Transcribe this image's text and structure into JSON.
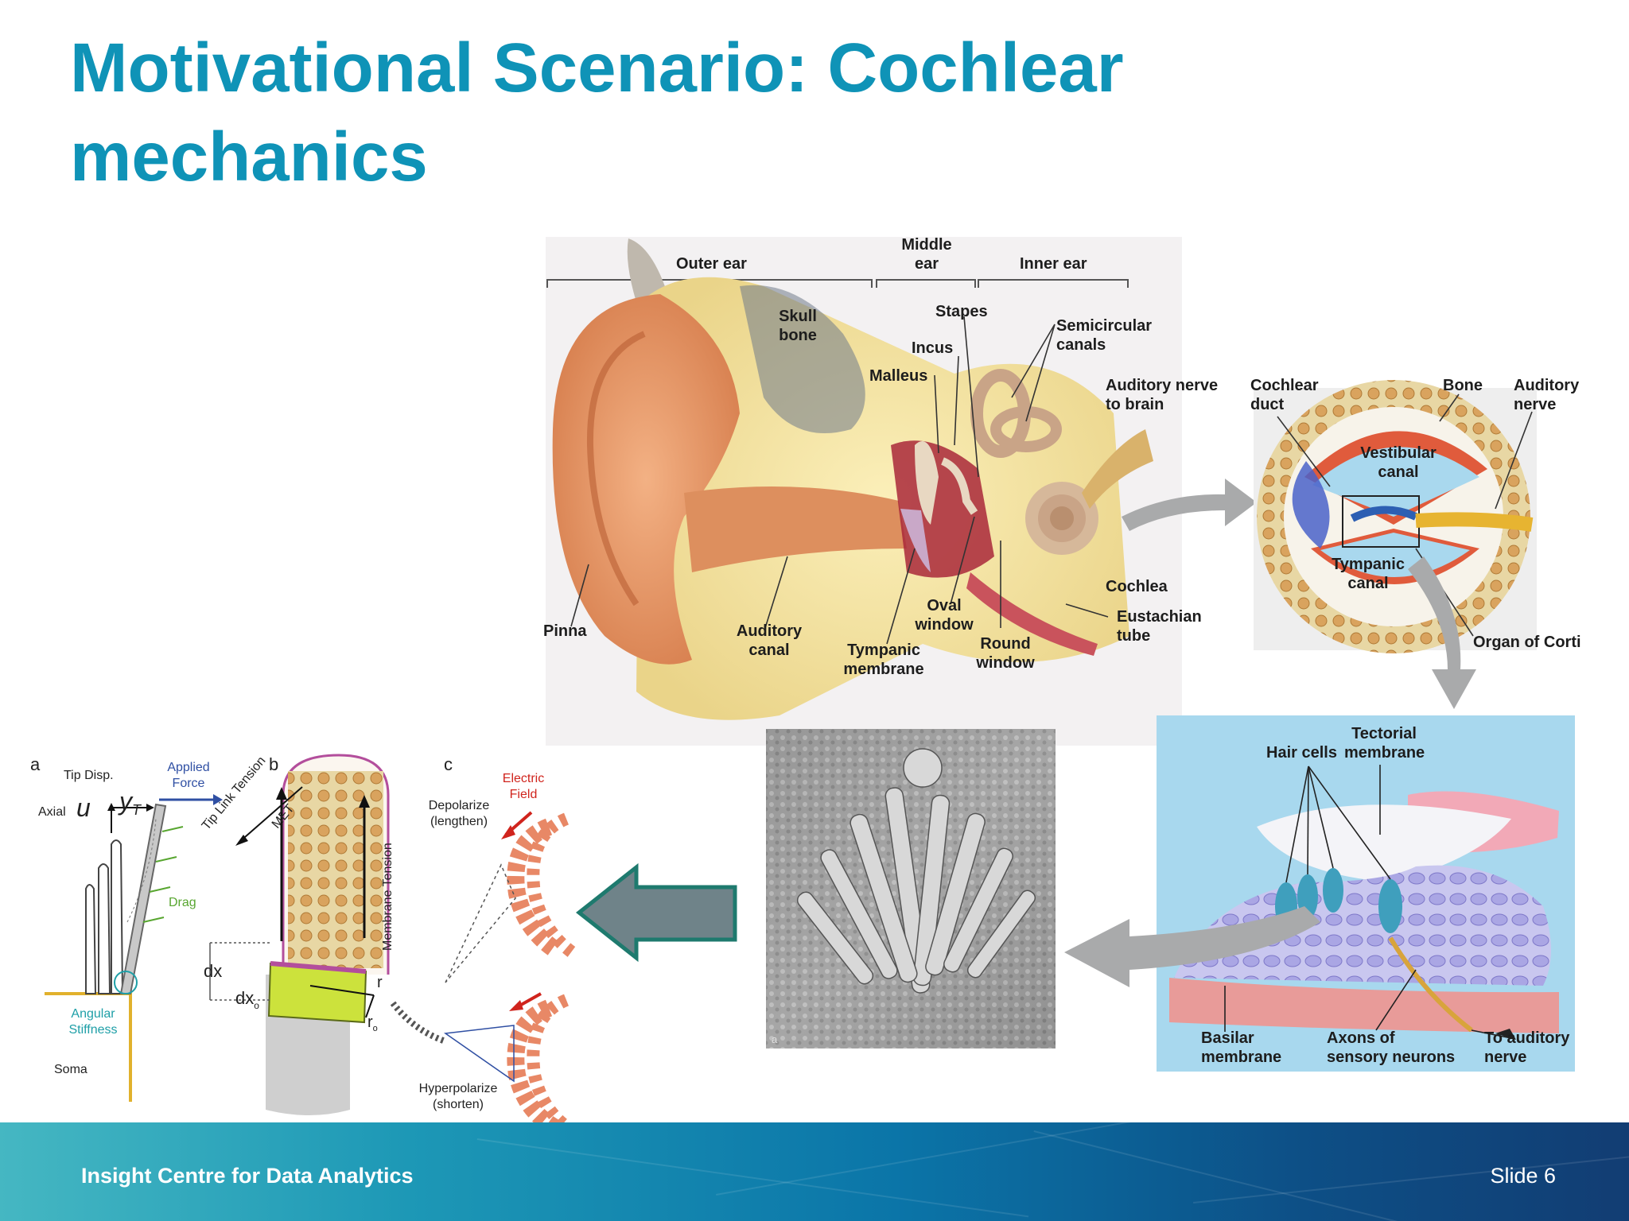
{
  "slide": {
    "title_line1": "Motivational Scenario: Cochlear",
    "title_line2": "mechanics",
    "footer_org": "Insight Centre for Data Analytics",
    "footer_slide": "Slide 6"
  },
  "ear_anatomy": {
    "outer_ear": "Outer ear",
    "middle_ear": "Middle\near",
    "inner_ear": "Inner ear",
    "skull_bone": "Skull\nbone",
    "stapes": "Stapes",
    "semicircular_canals": "Semicircular\ncanals",
    "incus": "Incus",
    "malleus": "Malleus",
    "auditory_nerve_to_brain": "Auditory nerve\nto brain",
    "cochlea": "Cochlea",
    "eustachian_tube": "Eustachian\ntube",
    "oval_window": "Oval\nwindow",
    "round_window": "Round\nwindow",
    "tympanic_membrane": "Tympanic\nmembrane",
    "auditory_canal": "Auditory\ncanal",
    "pinna": "Pinna"
  },
  "cochlea_section": {
    "cochlear_duct": "Cochlear\nduct",
    "bone": "Bone",
    "auditory_nerve": "Auditory\nnerve",
    "vestibular_canal": "Vestibular\ncanal",
    "tympanic_canal": "Tympanic\ncanal",
    "organ_of_corti": "Organ of Corti"
  },
  "organ_of_corti": {
    "tectorial_membrane": "Tectorial\nmembrane",
    "hair_cells": "Hair cells",
    "basilar_membrane": "Basilar\nmembrane",
    "axons": "Axons of\nsensory neurons",
    "to_auditory_nerve": "To auditory\nnerve"
  },
  "sem_image": {
    "marker": "a"
  },
  "hair_bundle_model": {
    "panel_a": "a",
    "panel_b": "b",
    "panel_c": "c",
    "tip_disp": "Tip Disp.",
    "y_t": "y",
    "y_t_sub": "T",
    "axial": "Axial",
    "u": "u",
    "applied_force": "Applied\nForce",
    "drag": "Drag",
    "angular_stiffness": "Angular\nStiffness",
    "soma": "Soma",
    "tip_link_tension": "Tip Link Tension",
    "met": "MET",
    "membrane_tension": "Membrane Tension",
    "dx": "dx",
    "dx0": "dx",
    "dx0_sub": "o",
    "r": "r",
    "r0": "r",
    "r0_sub": "o",
    "electric_field": "Electric\nField",
    "depolarize": "Depolarize\n(lengthen)",
    "hyperpolarize": "Hyperpolarize\n(shorten)"
  },
  "colors": {
    "title": "#0f93b7",
    "arrow_gray": "#a9aaab",
    "big_arrow_fill": "#6f8389",
    "big_arrow_stroke": "#1e7a6e",
    "organ_bg": "#a8d8ee"
  }
}
